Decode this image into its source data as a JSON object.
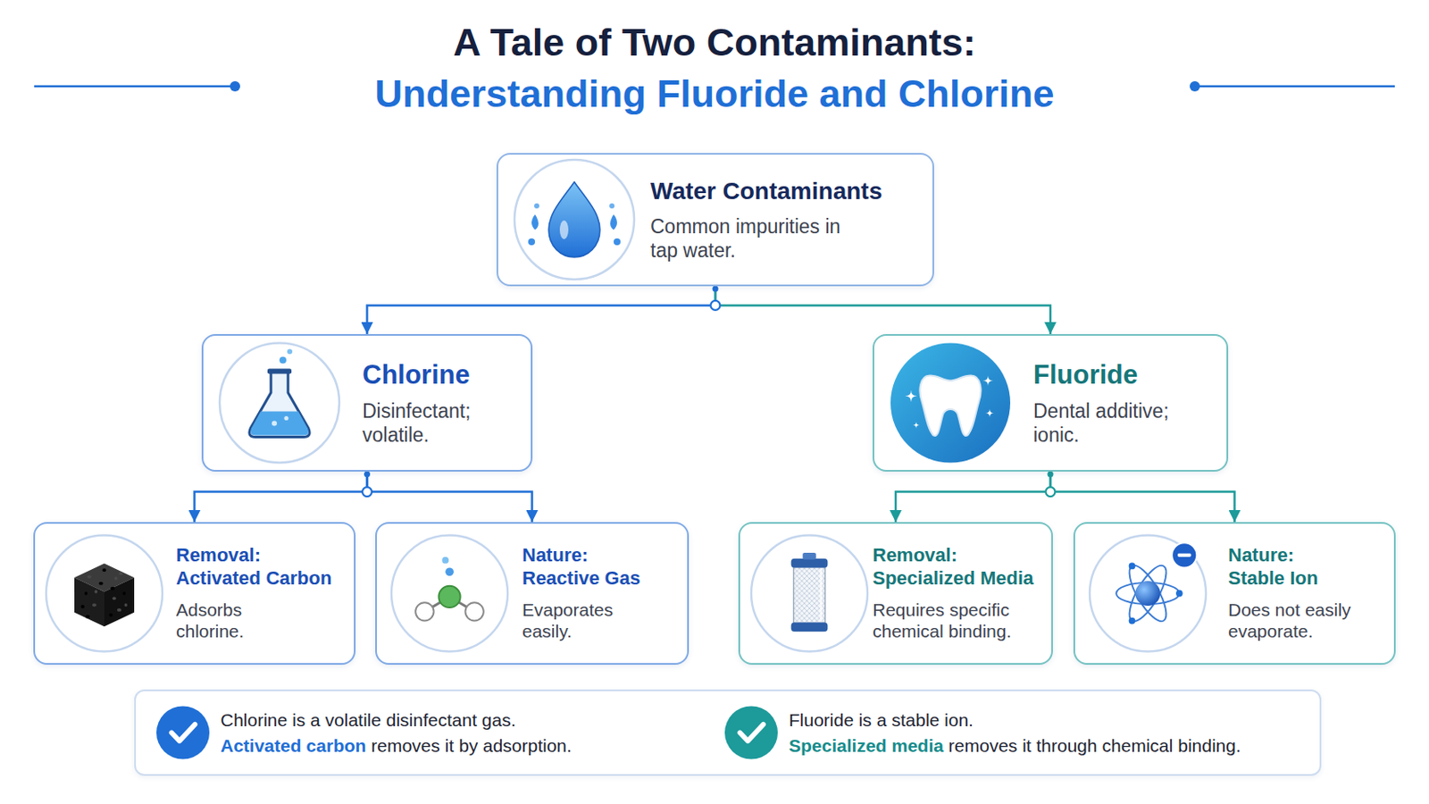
{
  "diagram": {
    "title": "A Tale of Two Contaminants:",
    "nodes": [
      {
        "text": [
          "Water Contaminants",
          "Common impurities in tap water."
        ]
      },
      {
        "text": [
          "Chlorine",
          "Disinfectant; volatile."
        ]
      },
      {
        "text": [
          "Fluoride",
          "Dental additive; ionic."
        ]
      },
      {
        "text": [
          "Removal: Activated Carbon",
          "Adsorbs chlorine."
        ]
      },
      {
        "text": [
          "Nature: Reactive Gas",
          "Evaporates easily."
        ]
      },
      {
        "text": [
          "Removal: Specialized Media",
          "Requires specific chemical binding."
        ]
      },
      {
        "text": [
          "Nature: Stable Ion",
          "Does not easily evaporate."
        ]
      },
      {
        "text": [
          "Chlorine is a volatile disinfectant gas.",
          "Activated carbon",
          "removes it by adsorption."
        ]
      },
      {
        "text": [
          "Fluoride is a stable ion.",
          "Specialized media",
          "removes it through chemical binding."
        ]
      }
    ],
    "edges": [
      {
        "from": 0,
        "to": 1,
        "arrow": "to"
      },
      {
        "from": 0,
        "to": 2,
        "arrow": "to"
      },
      {
        "from": 1,
        "to": 3,
        "arrow": "to"
      },
      {
        "from": 1,
        "to": 4,
        "arrow": "to"
      },
      {
        "from": 2,
        "to": 5,
        "arrow": "to"
      },
      {
        "from": 2,
        "to": 6,
        "arrow": "to"
      }
    ],
    "labels": [
      "Understanding Fluoride and Chlorine"
    ]
  }
}
